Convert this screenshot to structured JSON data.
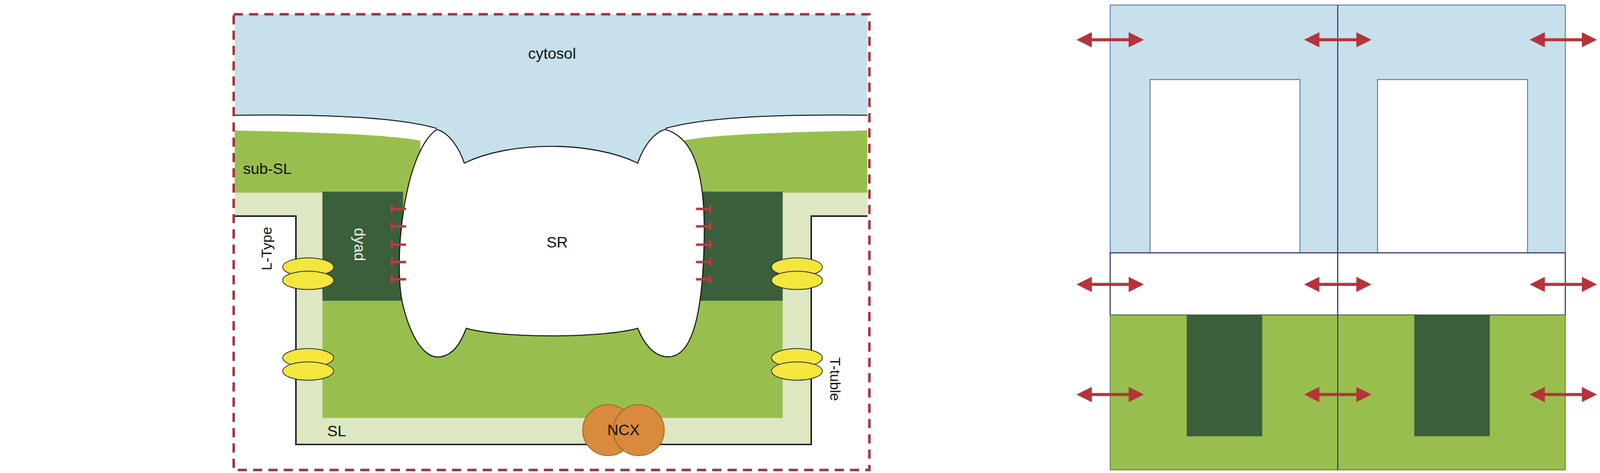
{
  "diagram": {
    "nodes": [
      {
        "text": [
          "cytosol"
        ]
      },
      {
        "text": [
          "sub-SL"
        ]
      },
      {
        "text": [
          "dyad"
        ]
      },
      {
        "text": [
          "SR"
        ]
      },
      {
        "text": [
          "SL"
        ]
      },
      {
        "text": [
          "NCX"
        ]
      }
    ],
    "labels": [
      "L-Type",
      "T-tuble"
    ]
  }
}
